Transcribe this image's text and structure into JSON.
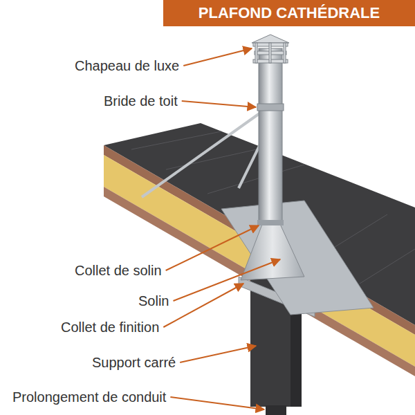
{
  "diagram": {
    "title": "PLAFOND CATHÉDRALE",
    "labels": [
      "Chapeau de luxe",
      "Bride de toit",
      "Collet de solin",
      "Solin",
      "Collet de finition",
      "Support carré",
      "Prolongement de conduit"
    ]
  }
}
